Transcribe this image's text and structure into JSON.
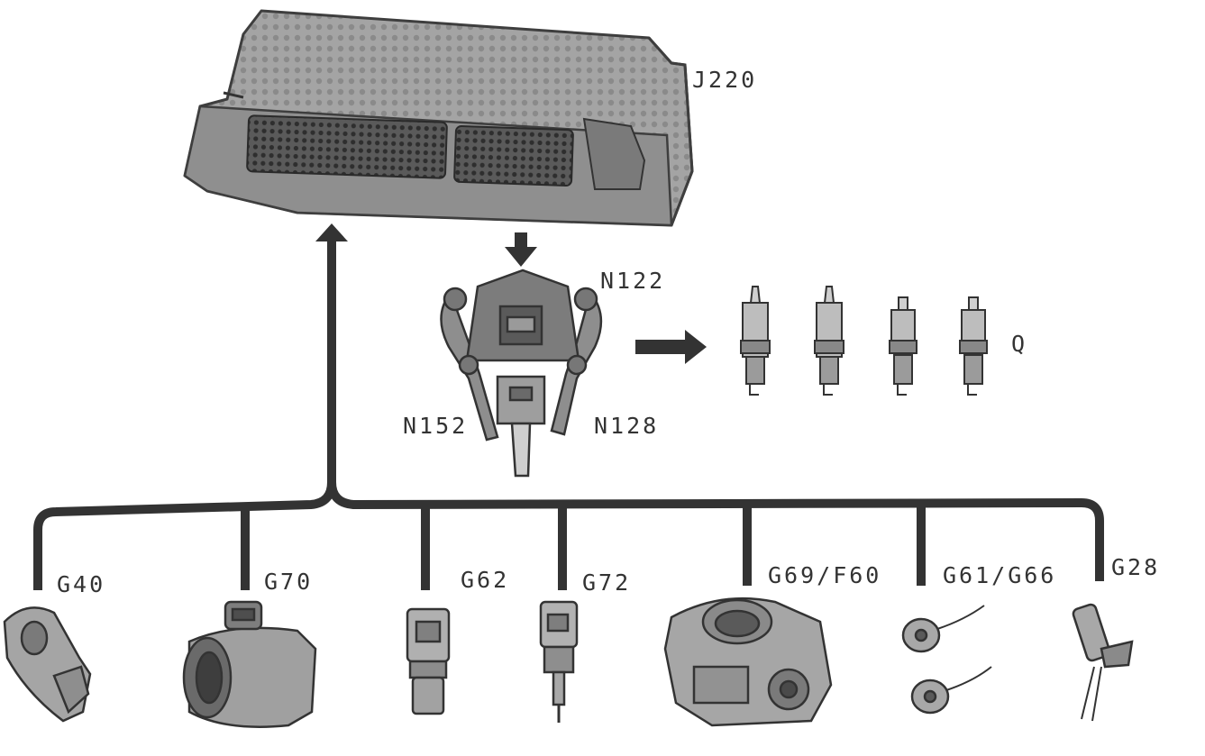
{
  "diagram": {
    "ecu": {
      "label": "J220",
      "icon": "ecu-control-unit-icon"
    },
    "ignition_coils": {
      "labels": {
        "top": "N122",
        "left": "N152",
        "right": "N128"
      },
      "icon": "ignition-coil-pack-icon"
    },
    "spark_plugs": {
      "label": "Q",
      "count": 4,
      "icon": "spark-plug-icon"
    },
    "sensors": [
      {
        "id": "g40",
        "label": "G40",
        "icon": "hall-sender-icon"
      },
      {
        "id": "g70",
        "label": "G70",
        "icon": "air-mass-meter-icon"
      },
      {
        "id": "g62",
        "label": "G62",
        "icon": "coolant-temp-sensor-icon"
      },
      {
        "id": "g72",
        "label": "G72",
        "icon": "intake-temp-sensor-icon"
      },
      {
        "id": "g69",
        "label": "G69/F60",
        "icon": "throttle-body-icon"
      },
      {
        "id": "g61",
        "label": "G61/G66",
        "icon": "knock-sensor-icon"
      },
      {
        "id": "g28",
        "label": "G28",
        "icon": "engine-speed-sensor-icon"
      }
    ],
    "colors": {
      "line": "#333333",
      "component_fill": "#9a9a9a",
      "component_dark": "#4a4a4a"
    }
  }
}
